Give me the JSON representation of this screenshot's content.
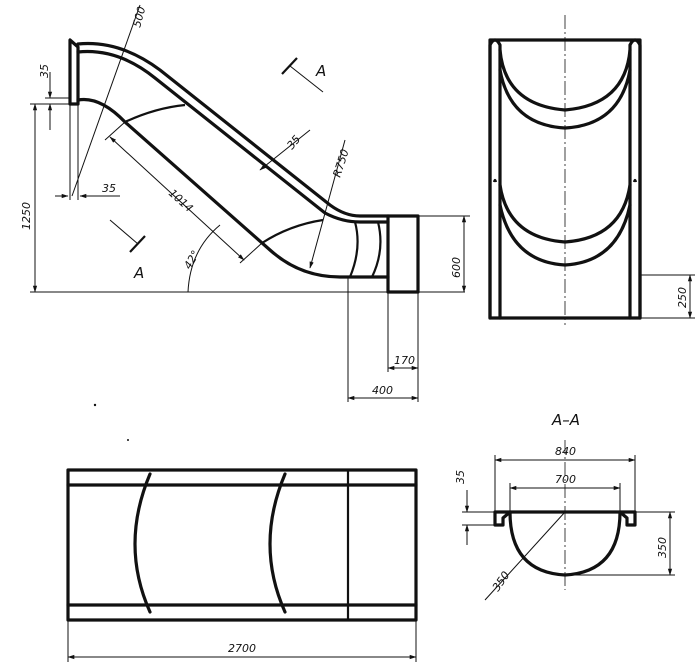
{
  "diagram": {
    "section_title": "A–A",
    "section_marks": {
      "top": "A",
      "bottom": "A"
    },
    "side_view": {
      "dims": {
        "radius_top": "500",
        "lip_height": "35",
        "lip_width": "35",
        "total_height": "1250",
        "slope_length": "1014",
        "angle": "42°",
        "wall_thickness": "35",
        "bend_radius": "R750",
        "end_height": "600",
        "end_width_inner": "170",
        "end_width_outer": "400"
      }
    },
    "front_view": {
      "dims": {
        "base_height": "250"
      }
    },
    "plan_view": {
      "dims": {
        "total_length": "2700"
      }
    },
    "section_view": {
      "dims": {
        "outer_width": "840",
        "inner_width": "700",
        "lip": "35",
        "depth": "350",
        "radius": "350"
      }
    }
  }
}
